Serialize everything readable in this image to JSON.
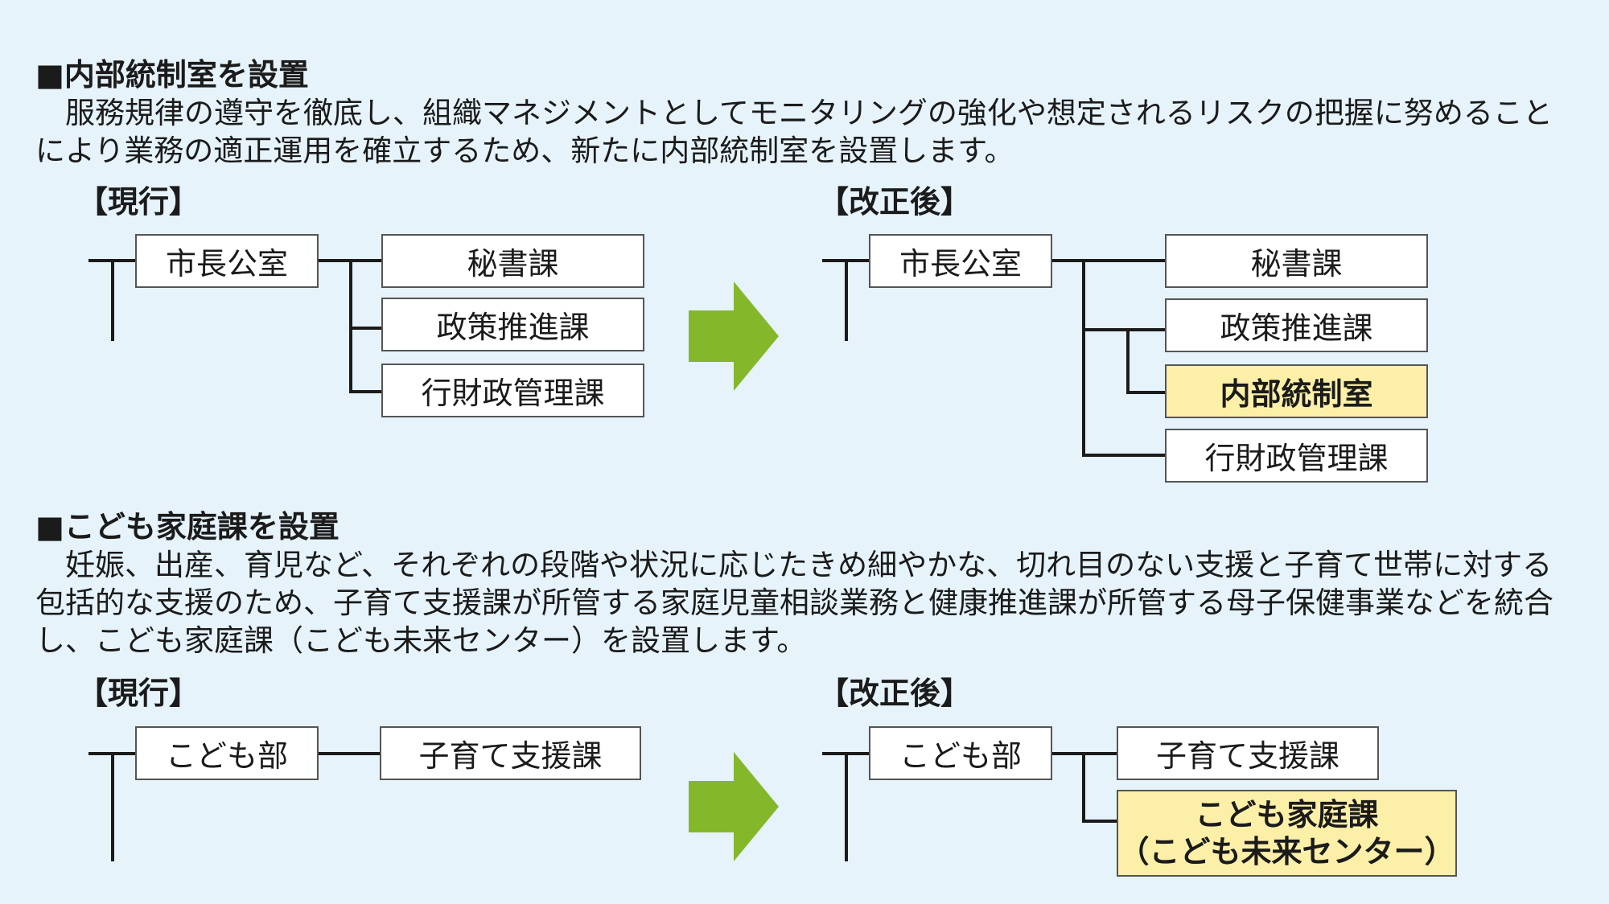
{
  "section1": {
    "heading": "■内部統制室を設置",
    "paragraph": "　服務規律の遵守を徹底し、組織マネジメントとしてモニタリングの強化や想定されるリスクの把握に努めることにより業務の適正運用を確立するため、新たに内部統制室を設置します。",
    "current": {
      "label": "【現行】",
      "parent": "市長公室",
      "children": [
        "秘書課",
        "政策推進課",
        "行財政管理課"
      ]
    },
    "revised": {
      "label": "【改正後】",
      "parent": "市長公室",
      "children": [
        "秘書課",
        "政策推進課",
        "内部統制室",
        "行財政管理課"
      ]
    }
  },
  "section2": {
    "heading": "■こども家庭課を設置",
    "paragraph": "　妊娠、出産、育児など、それぞれの段階や状況に応じたきめ細やかな、切れ目のない支援と子育て世帯に対する包括的な支援のため、子育て支援課が所管する家庭児童相談業務と健康推進課が所管する母子保健事業などを統合し、こども家庭課（こども未来センター）を設置します。",
    "current": {
      "label": "【現行】",
      "parent": "こども部",
      "children": [
        "子育て支援課"
      ]
    },
    "revised": {
      "label": "【改正後】",
      "parent": "こども部",
      "children": [
        "子育て支援課"
      ],
      "new_unit_line1": "こども家庭課",
      "new_unit_line2": "（こども未来センター）"
    }
  },
  "colors": {
    "background": "#e6f3fb",
    "highlight": "#fcf0a8",
    "arrow": "#84b82a",
    "line": "#1b1b1b"
  }
}
